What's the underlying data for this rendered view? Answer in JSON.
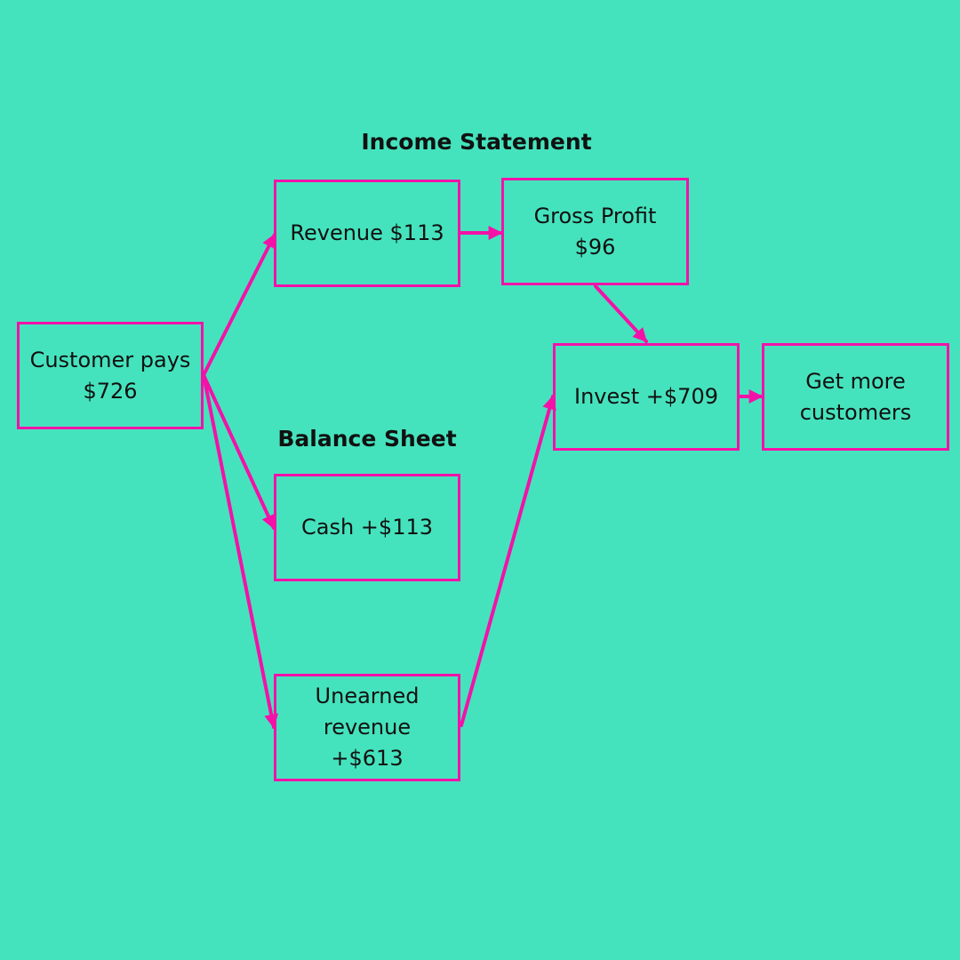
{
  "colors": {
    "background": "#45E3BD",
    "accent": "#F411A8",
    "text": "#111111"
  },
  "headings": {
    "income_statement": "Income Statement",
    "balance_sheet": "Balance Sheet"
  },
  "nodes": {
    "customer_pays": "Customer pays $726",
    "revenue": "Revenue $113",
    "gross_profit": "Gross Profit $96",
    "invest": "Invest +$709",
    "get_more_customers": "Get more customers",
    "cash": "Cash +$113",
    "unearned_revenue": "Unearned revenue +$613"
  },
  "connections": [
    {
      "from": "customer_pays",
      "to": "revenue"
    },
    {
      "from": "customer_pays",
      "to": "cash"
    },
    {
      "from": "customer_pays",
      "to": "unearned_revenue"
    },
    {
      "from": "revenue",
      "to": "gross_profit"
    },
    {
      "from": "gross_profit",
      "to": "invest"
    },
    {
      "from": "unearned_revenue",
      "to": "invest"
    },
    {
      "from": "invest",
      "to": "get_more_customers"
    }
  ]
}
